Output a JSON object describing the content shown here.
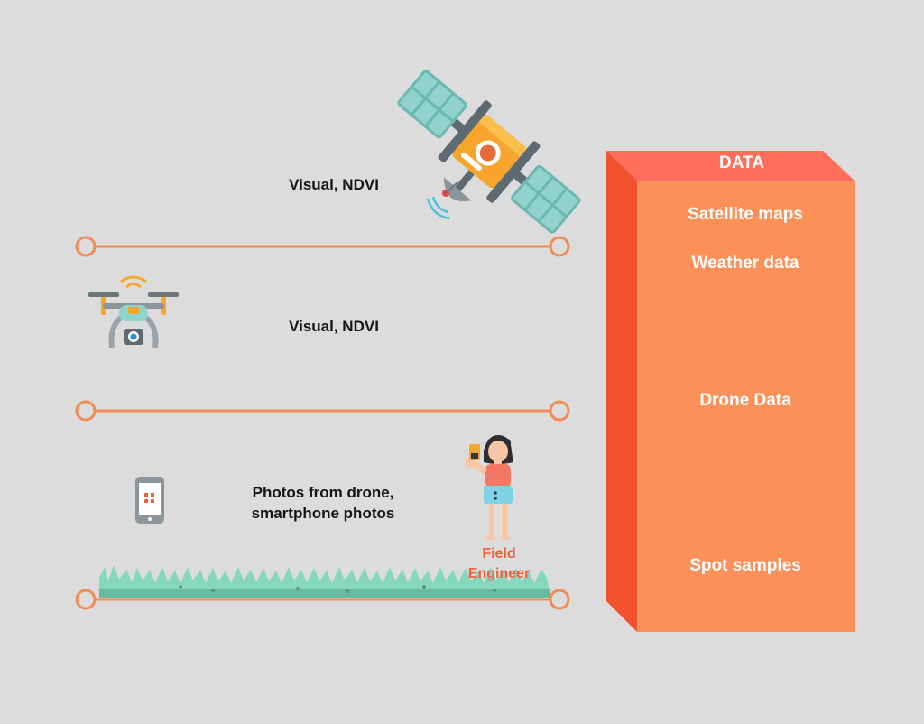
{
  "colors": {
    "background": "#dcdcdc",
    "line": "#f28b55",
    "box_front": "#fb9159",
    "box_side": "#f0522c",
    "box_top": "#ff6e5a",
    "grass": "#86d8bd",
    "field_engineer_label": "#f0623c"
  },
  "levels": [
    {
      "label": "Visual, NDVI",
      "icon": "satellite-icon"
    },
    {
      "label": "Visual, NDVI",
      "icon": "drone-icon"
    },
    {
      "label_line1": "Photos from drone,",
      "label_line2": "smartphone photos",
      "icon": "smartphone-icon"
    }
  ],
  "field_engineer": {
    "line1": "Field",
    "line2": "Engineer",
    "icon": "person-icon"
  },
  "data_box": {
    "title": "DATA",
    "items": [
      "Satellite maps",
      "Weather data",
      "Drone Data",
      "Spot samples"
    ]
  }
}
